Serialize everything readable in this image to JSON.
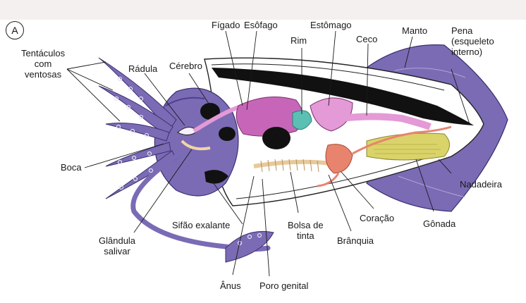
{
  "figure": {
    "panel_letter": "A",
    "labels": {
      "tentaculos": "Tentáculos\ncom\nventosas",
      "radula": "Rádula",
      "cerebro": "Cérebro",
      "figado": "Fígado",
      "esofago": "Esôfago",
      "rim": "Rim",
      "estomago": "Estômago",
      "ceco": "Ceco",
      "manto": "Manto",
      "pena": "Pena\n(esqueleto\ninterno)",
      "boca": "Boca",
      "nadadeira": "Nadadeira",
      "sifao": "Sifão exalante",
      "coracao": "Coração",
      "gonada": "Gônada",
      "glandula": "Glândula\nsalivar",
      "bolsa": "Bolsa de\ntinta",
      "branquia": "Brânquia",
      "anus": "Ânus",
      "poro": "Poro genital"
    },
    "colors": {
      "body_purple": "#7b6bb5",
      "dark_purple": "#4e3f8f",
      "pink_organs": "#e49ad6",
      "magenta_liver": "#c766b8",
      "ink_black": "#111111",
      "kidney_teal": "#5bc0b4",
      "gonad_yellow": "#d9d36a",
      "salmon_heart": "#e8846e",
      "gill_tan": "#e7c99a"
    }
  }
}
